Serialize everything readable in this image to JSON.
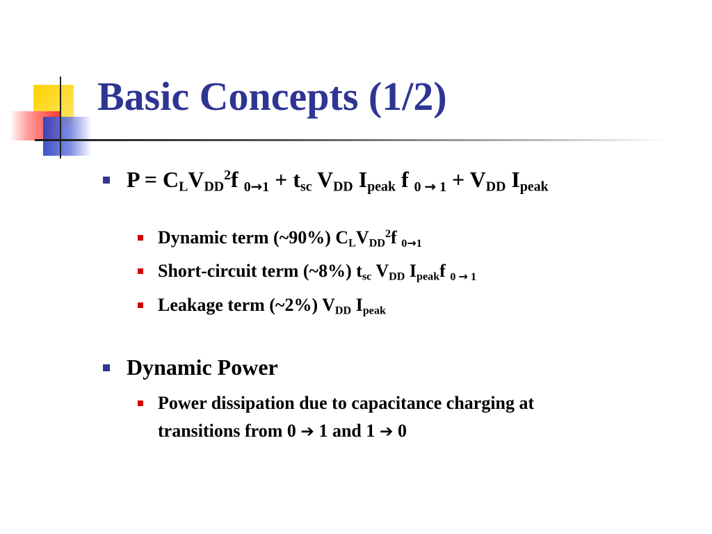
{
  "slide": {
    "title": "Basic Concepts (1/2)",
    "colors": {
      "title": "#2e3592",
      "bullet_l1": "#2e3592",
      "bullet_l2": "#d40000"
    }
  },
  "formula": {
    "p": "P = C",
    "l": "L",
    "v1": "V",
    "dd1": "DD",
    "sq": "2",
    "f1": "f ",
    "t01_a": "0",
    "t01_arrow": "→",
    "t01_b": "1",
    "plus1": " + t",
    "sc": "sc",
    "v2": " V",
    "dd2": "DD",
    "i1": " I",
    "peak1": "peak",
    "f2": " f ",
    "t01b_a": "0 ",
    "t01b_arrow": "→",
    "t01b_b": " 1",
    "plus2": " + V",
    "dd3": "DD",
    "i2": " I",
    "peak2": "peak"
  },
  "terms": [
    {
      "label": "Dynamic term (~90%) C",
      "l": "L",
      "v": "V",
      "dd": "DD",
      "sq": "2",
      "f": "f ",
      "t_a": "0",
      "t_arrow": "→",
      "t_b": "1"
    },
    {
      "label": "Short-circuit term (~8%) t",
      "sc": "sc",
      "v": " V",
      "dd": "DD",
      "i": " I",
      "peak": "peak",
      "f": "f ",
      "t_a": "0 ",
      "t_arrow": "→",
      "t_b": " 1"
    },
    {
      "label": "Leakage term (~2%) V",
      "dd": "DD",
      "i": " I",
      "peak": "peak"
    }
  ],
  "dynamic_power": {
    "heading": "Dynamic Power",
    "line1": "Power dissipation due to capacitance charging at",
    "line2_a": "transitions from 0 ",
    "arrow1": "➔",
    "line2_b": " 1  and 1 ",
    "arrow2": "➔",
    "line2_c": " 0"
  }
}
